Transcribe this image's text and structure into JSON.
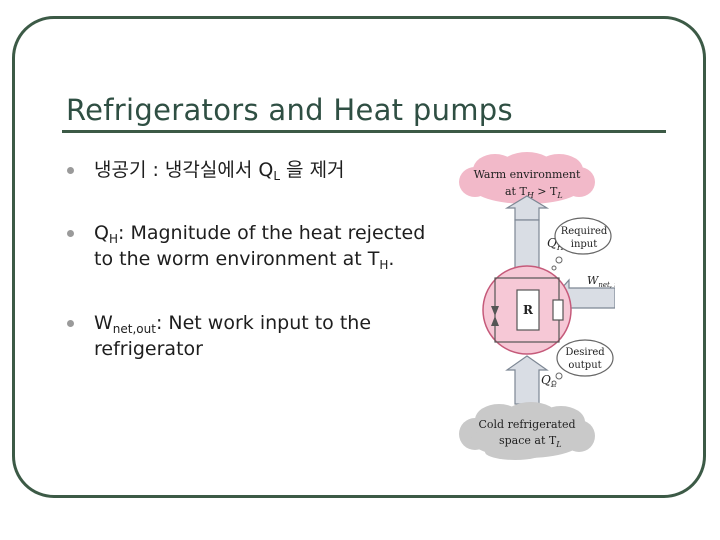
{
  "slide": {
    "title": "Refrigerators and Heat pumps",
    "bullets": [
      {
        "main": "냉공기 : 냉각실에서 Q",
        "sub": "L",
        "tail": " 을 제거"
      },
      {
        "main": "Q",
        "sub": "H",
        "tail": ": Magnitude of the heat rejected",
        "line2": "to the worm environment at T",
        "line2_sub": "H",
        "line2_tail": "."
      },
      {
        "main": "W",
        "sub": "net,out",
        "tail": ": Net work input to the",
        "line2": "refrigerator"
      }
    ]
  },
  "diagram": {
    "warm_line1": "Warm environment",
    "warm_line2_a": "at T",
    "warm_line2_sub_a": "H",
    "warm_line2_b": " > T",
    "warm_line2_sub_b": "L",
    "qh_label": "Q",
    "qh_sub": "H",
    "required_line1": "Required",
    "required_line2": "input",
    "w_label": "W",
    "w_sub": "net, in",
    "r_label": "R",
    "desired_line1": "Desired",
    "desired_line2": "output",
    "ql_label": "Q",
    "ql_sub": "L",
    "cold_line1": "Cold refrigerated",
    "cold_line2_a": "space at T",
    "cold_line2_sub": "L"
  },
  "colors": {
    "frame": "#3c5a46",
    "title": "#2f4f43",
    "warm_cloud": "#f2b9c9",
    "cold_cloud": "#c9c9c9",
    "arrow_fill": "#d9dde4",
    "circle_fill": "#f6c8d6",
    "circle_stroke": "#c55a7a"
  }
}
